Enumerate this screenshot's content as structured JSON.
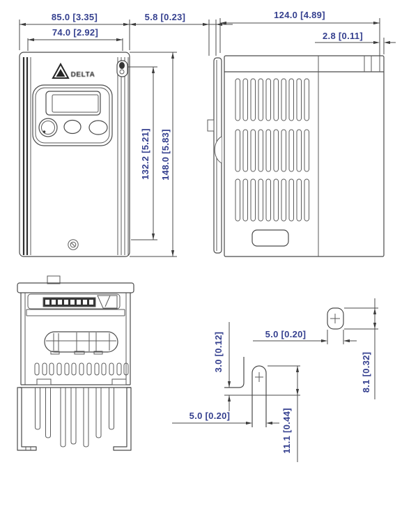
{
  "front_view": {
    "width": "85.0 [3.35]",
    "mounting_width": "74.0 [2.92]",
    "keypad_depth": "5.8 [0.23]",
    "mounting_height": "132.2 [5.21]",
    "height": "148.0 [5.83]",
    "logo_text": "DELTA"
  },
  "side_view": {
    "depth": "124.0 [4.89]",
    "flange_depth": "2.8 [0.11]"
  },
  "mounting_detail": {
    "top_hole_width": "5.0 [0.20]",
    "top_hole_height": "8.1 [0.32]",
    "ledge_offset": "3.0 [0.12]",
    "slot_width": "5.0 [0.20]",
    "slot_height": "11.1 [0.44]"
  }
}
